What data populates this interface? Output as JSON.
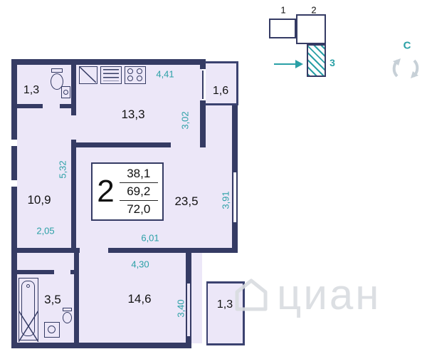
{
  "colors": {
    "wall": "#353b64",
    "room_fill": "#ece7f8",
    "dimension_teal": "#2aa0a6",
    "watermark_gray": "#d9dce0"
  },
  "rooms": {
    "wc_top": {
      "label": "1,3"
    },
    "kitchen": {
      "label": "13,3"
    },
    "balcony_top": {
      "label": "1,6"
    },
    "room_left": {
      "label": "10,9"
    },
    "living": {
      "label": "23,5"
    },
    "bathroom": {
      "label": "3,5"
    },
    "room_bottom": {
      "label": "14,6"
    },
    "balcony_bottom": {
      "label": "1,3"
    }
  },
  "dimensions": {
    "kitchen_width": "4,41",
    "kitchen_depth": "3,02",
    "room_left_height": "5,32",
    "living_height": "3,91",
    "room_left_width": "2,05",
    "living_width": "6,01",
    "room_bottom_width": "4,30",
    "room_bottom_height": "3,40"
  },
  "info_box": {
    "rooms_count": "2",
    "area_living": "38,1",
    "area_base": "69,2",
    "area_total": "72,0"
  },
  "locator": {
    "section_1": "1",
    "section_2": "2",
    "section_3": "3"
  },
  "compass": {
    "north": "С"
  },
  "watermark": {
    "text": "циан"
  },
  "icons": [
    "toilet-icon",
    "washbasin-icon",
    "kitchen-sink-icon",
    "drainer-icon",
    "stove-icon",
    "bathtub-icon",
    "shower-cross-icon",
    "washing-machine-icon",
    "direction-arrow-icon",
    "rotation-arrows-icon",
    "house-logo-icon"
  ]
}
